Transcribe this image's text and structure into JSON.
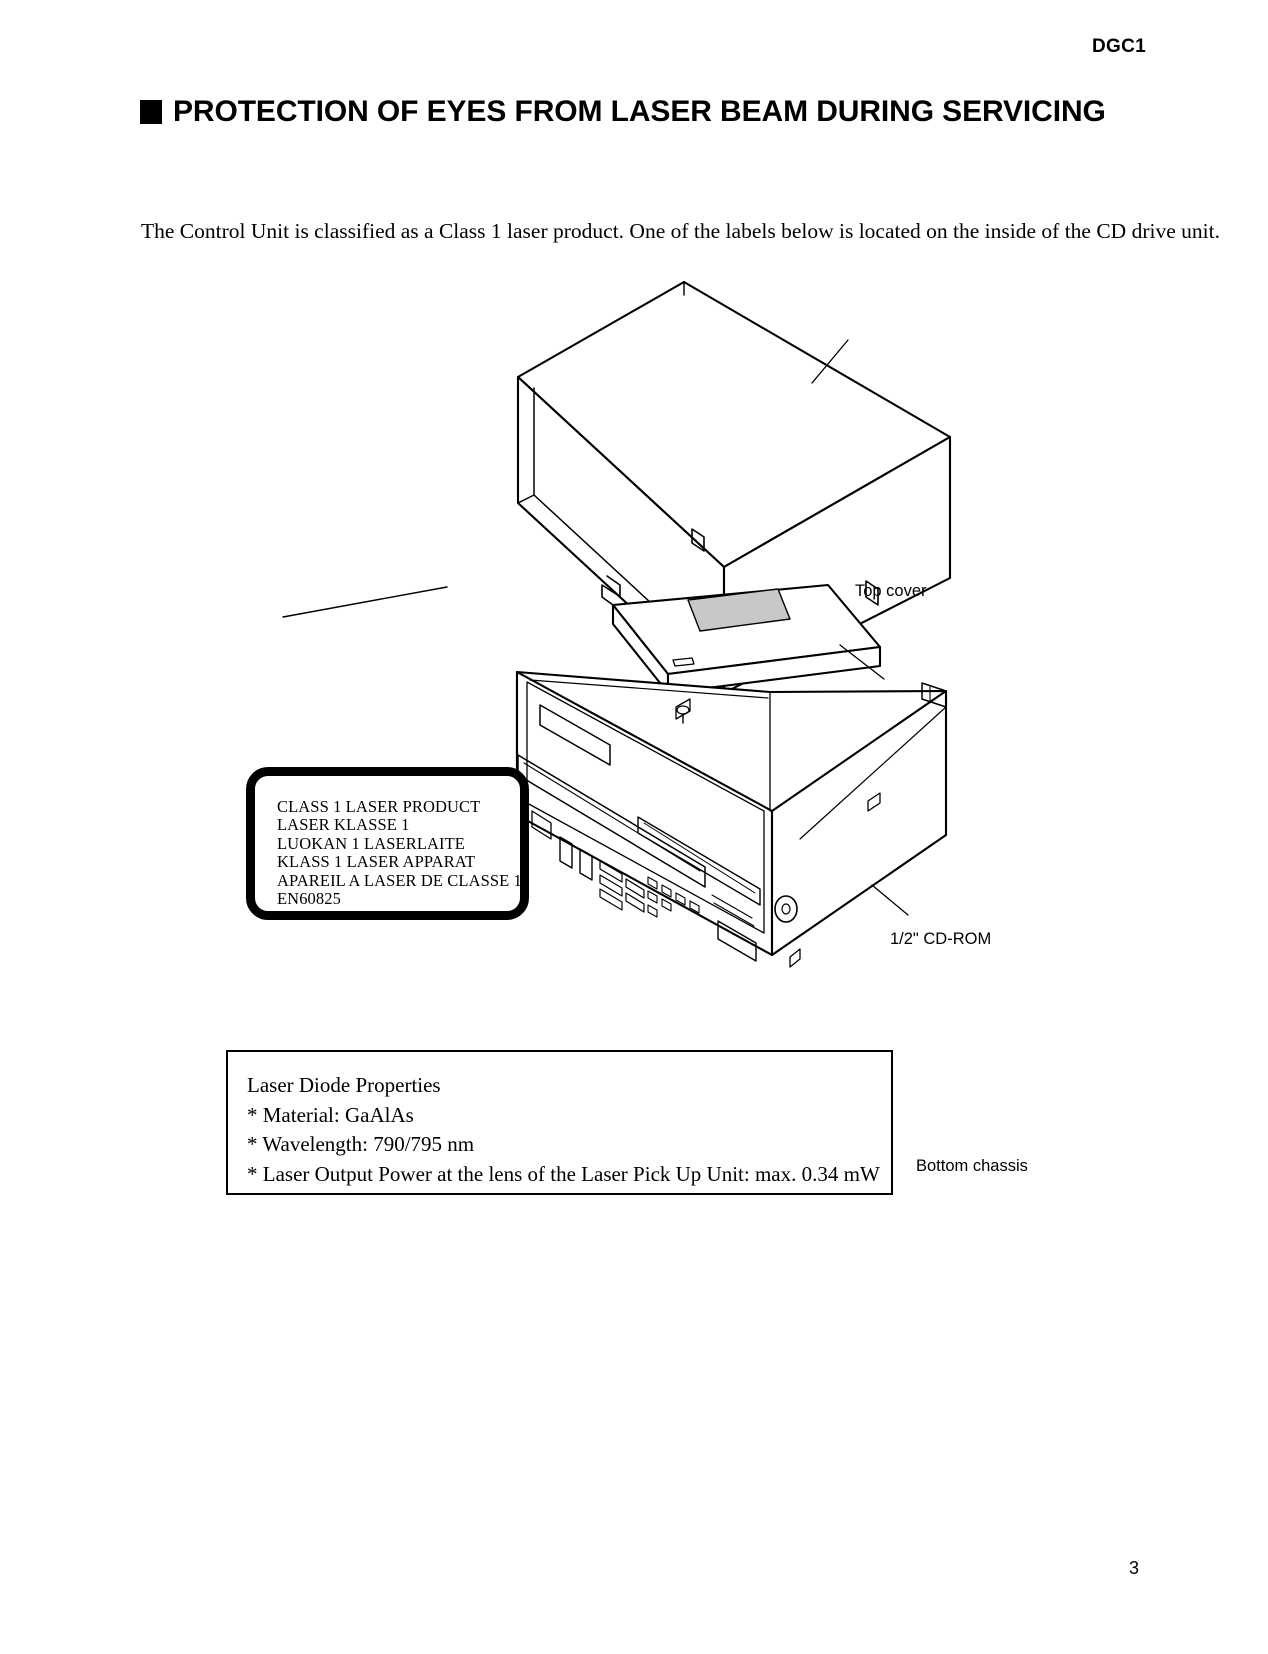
{
  "header": {
    "model_code": "DGC1"
  },
  "section": {
    "bullet_icon": "filled-square-bullet",
    "title": "PROTECTION OF EYES FROM LASER BEAM DURING SERVICING"
  },
  "intro": {
    "paragraph": "The Control Unit is classified as a Class 1 laser product. One of the labels below is located on the inside of the CD drive unit."
  },
  "laser_label": {
    "lines": [
      "CLASS 1 LASER PRODUCT",
      "LASER KLASSE 1",
      "LUOKAN 1 LASERLAITE",
      "KLASS 1 LASER APPARAT",
      "APAREIL A LASER DE CLASSE 1",
      "EN60825"
    ]
  },
  "figure": {
    "callouts": [
      {
        "id": "top-cover",
        "label": "Top cover"
      },
      {
        "id": "cdrom",
        "label": "1/2\" CD-ROM"
      },
      {
        "id": "bottom-chassis",
        "label": "Bottom chassis"
      }
    ]
  },
  "properties": {
    "heading": "Laser Diode Properties",
    "items": [
      "* Material: GaAlAs",
      "* Wavelength: 790/795 nm",
      "* Laser Output Power at the lens of the Laser Pick Up Unit: max. 0.34 mW"
    ]
  },
  "footer": {
    "page_number": "3"
  },
  "colors": {
    "ink": "#000000",
    "paper": "#ffffff",
    "disc_fill": "#c8c8c8"
  }
}
